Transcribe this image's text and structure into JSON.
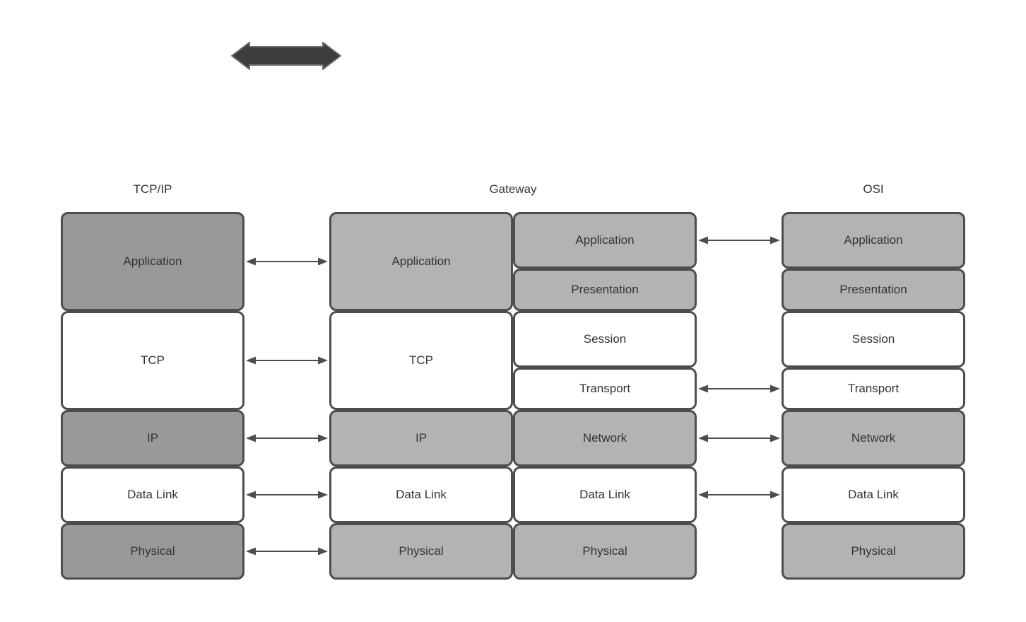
{
  "diagram": {
    "title_shape": {
      "name": "two-way-arrow"
    },
    "tcpip": {
      "header": "TCP/IP",
      "layers": [
        {
          "label": "Application",
          "shade": "dark"
        },
        {
          "label": "TCP",
          "shade": "white"
        },
        {
          "label": "IP",
          "shade": "dark"
        },
        {
          "label": "Data Link",
          "shade": "white"
        },
        {
          "label": "Physical",
          "shade": "dark"
        }
      ]
    },
    "gateway": {
      "header": "Gateway",
      "left_stack": [
        {
          "label": "Application",
          "shade": "light"
        },
        {
          "label": "TCP",
          "shade": "white"
        },
        {
          "label": "IP",
          "shade": "light"
        },
        {
          "label": "Data Link",
          "shade": "white"
        },
        {
          "label": "Physical",
          "shade": "light"
        }
      ],
      "right_stack": [
        {
          "label": "Application",
          "shade": "light"
        },
        {
          "label": "Presentation",
          "shade": "light"
        },
        {
          "label": "Session",
          "shade": "white"
        },
        {
          "label": "Transport",
          "shade": "white"
        },
        {
          "label": "Network",
          "shade": "light"
        },
        {
          "label": "Data Link",
          "shade": "white"
        },
        {
          "label": "Physical",
          "shade": "light"
        }
      ]
    },
    "osi": {
      "header": "OSI",
      "layers": [
        {
          "label": "Application",
          "shade": "light"
        },
        {
          "label": "Presentation",
          "shade": "light"
        },
        {
          "label": "Session",
          "shade": "white"
        },
        {
          "label": "Transport",
          "shade": "white"
        },
        {
          "label": "Network",
          "shade": "light"
        },
        {
          "label": "Data Link",
          "shade": "white"
        },
        {
          "label": "Physical",
          "shade": "light"
        }
      ]
    },
    "connections": {
      "tcpip_to_gateway": [
        "Application",
        "TCP",
        "IP",
        "Data Link",
        "Physical"
      ],
      "gateway_to_osi": [
        "Application",
        "Transport",
        "Network",
        "Data Link"
      ]
    },
    "colors": {
      "background": "#ffffff",
      "dark_gray_fill": "#999999",
      "light_gray_fill": "#b3b3b3",
      "white_fill": "#ffffff",
      "box_border": "#4d4d4d",
      "text": "#333333",
      "connector_arrow": "#4d4d4d",
      "big_arrow_fill": "#3d3d3d",
      "big_arrow_stroke": "#707070"
    }
  }
}
